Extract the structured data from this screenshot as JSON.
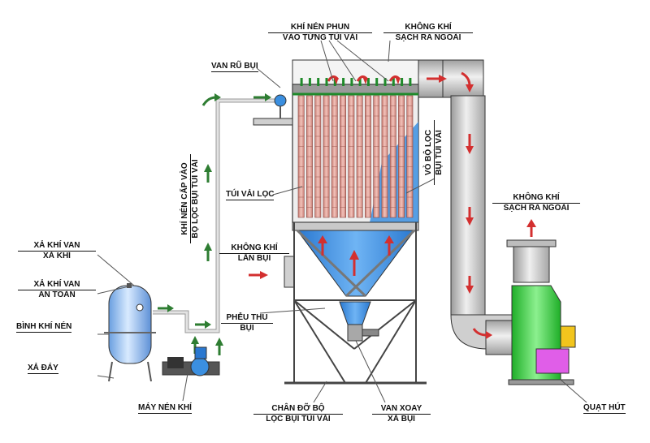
{
  "labels": {
    "khi_nen_phun_1": "KHÍ NÉN PHUN",
    "khi_nen_phun_2": "VÀO TỪNG TÚI VẢI",
    "khong_khi_top_1": "KHÔNG KHÍ",
    "khong_khi_top_2": "SẠCH RA NGOÀI",
    "van_ru_bui": "VAN RŨ BỤI",
    "khi_nen_cap_1": "KHÍ NÉN CẤP VÀO",
    "khi_nen_cap_2": "BỌ LỌC BỤI TÚI VẢI",
    "tui_vai_loc": "TÚI VẢI LỌC",
    "vo_bo_loc_1": "VỎ BỘ LỌC",
    "vo_bo_loc_2": "BỤI TÚI VẢI",
    "khong_khi_right_1": "KHÔNG KHÍ",
    "khong_khi_right_2": "SẠCH RA NGOÀI",
    "khong_khi_lan_bui_1": "KHÔNG  KHÍ",
    "khong_khi_lan_bui_2": "LẪN BỤI",
    "xa_khi_van_1": "XẢ KHÍ VAN",
    "xa_khi_van_2": "XẢ KHÍ",
    "xa_khi_an_toan_1": "XẢ KHÍ VAN",
    "xa_khi_an_toan_2": "AN TOÀN",
    "binh_khi_nen": "BÌNH KHÍ NÉN",
    "xa_day": "XẢ ĐÁY",
    "phieu_thu_bui_1": "PHỄU THU",
    "phieu_thu_bui_2": "BỤI",
    "may_nen_khi": "MÁY NÉN KHÍ",
    "chan_do_1": "CHÂN ĐỠ BỘ",
    "chan_do_2": "LỌC BỤI TÚI VẢI",
    "van_xoay_1": "VAN XOAY",
    "van_xoay_2": "XẢ BỤI",
    "quat_hut": "QUẠT HÚT"
  },
  "colors": {
    "air_arrow": "#2e7d32",
    "dirty_air_arrow": "#d32f2f",
    "filter_bag": "#e0a8a0",
    "hopper": "#3b8fe0",
    "fan": "#32d23a",
    "pipe": "#d6d6d6"
  }
}
